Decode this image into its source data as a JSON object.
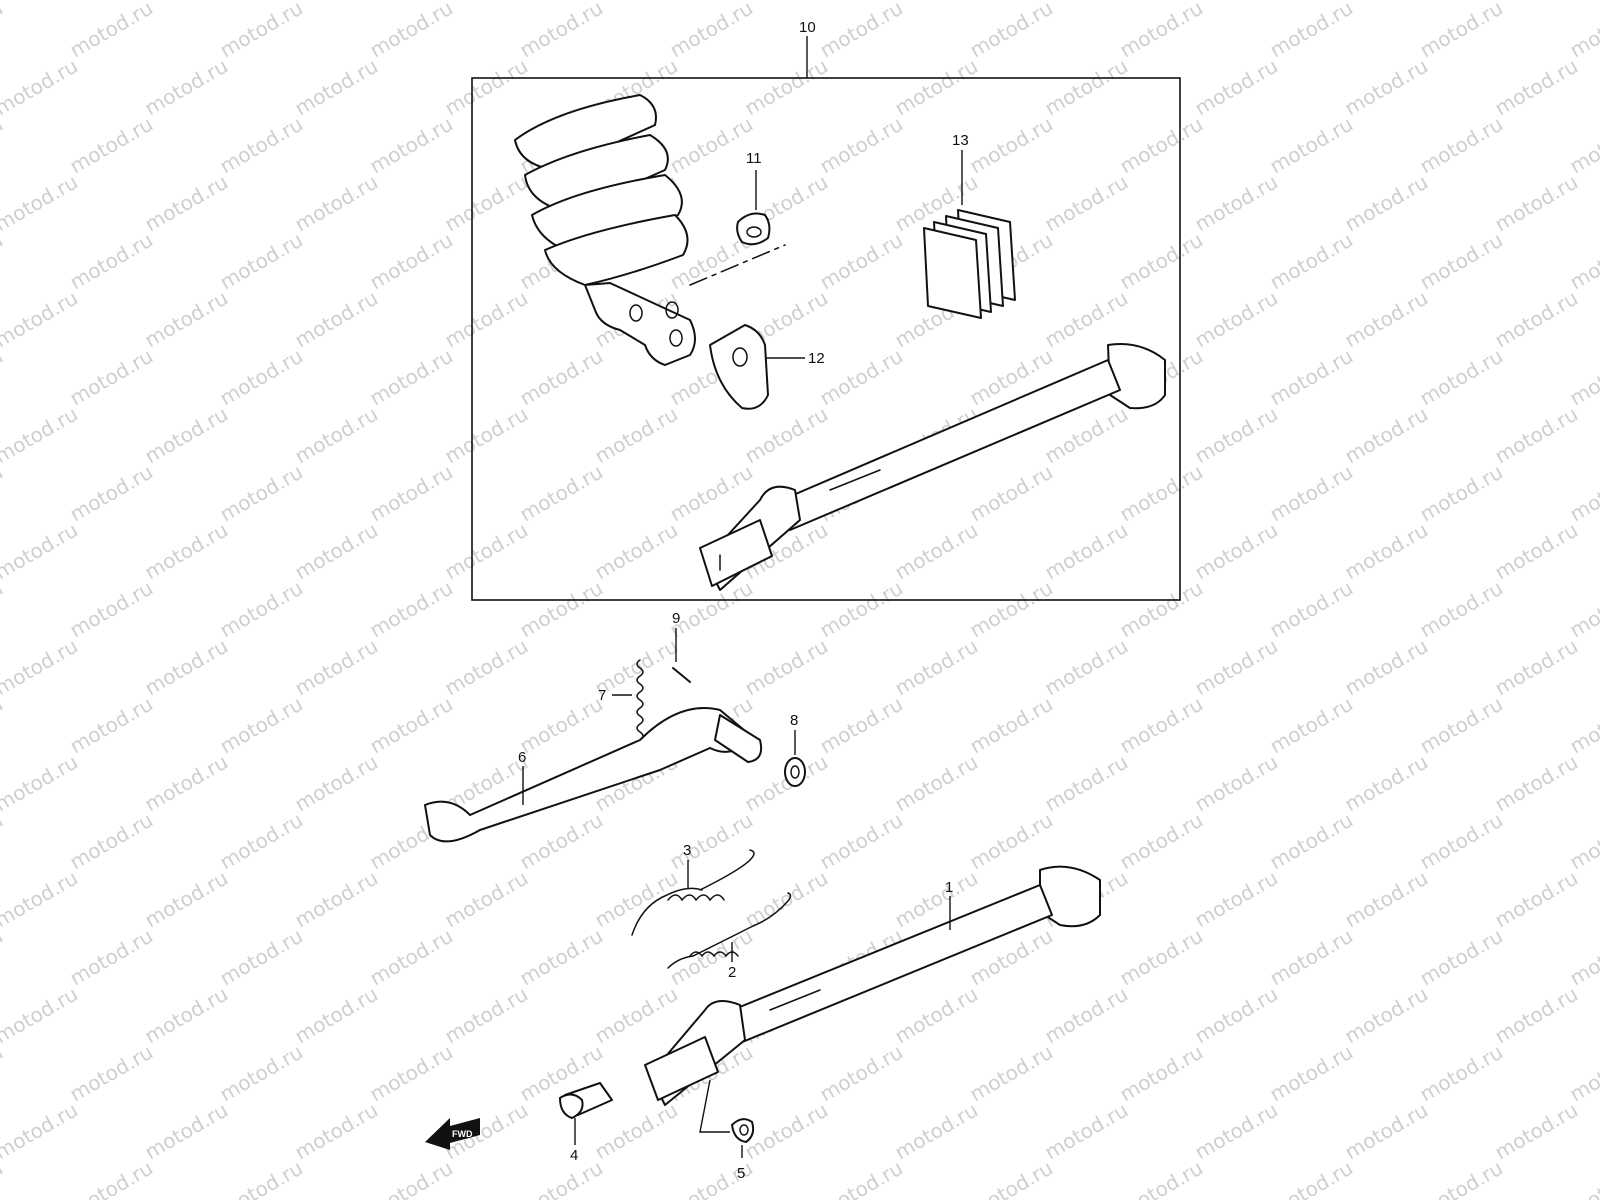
{
  "watermark": "motod.ru",
  "fwd_label": "FWD",
  "callouts": {
    "p1": "1",
    "p2": "2",
    "p3": "3",
    "p4": "4",
    "p5": "5",
    "p6": "6",
    "p7": "7",
    "p8": "8",
    "p9": "9",
    "p10": "10",
    "p11": "11",
    "p12": "12",
    "p13": "13"
  },
  "colors": {
    "line": "#111111",
    "watermark": "#cfcfcf",
    "background": "#ffffff"
  }
}
